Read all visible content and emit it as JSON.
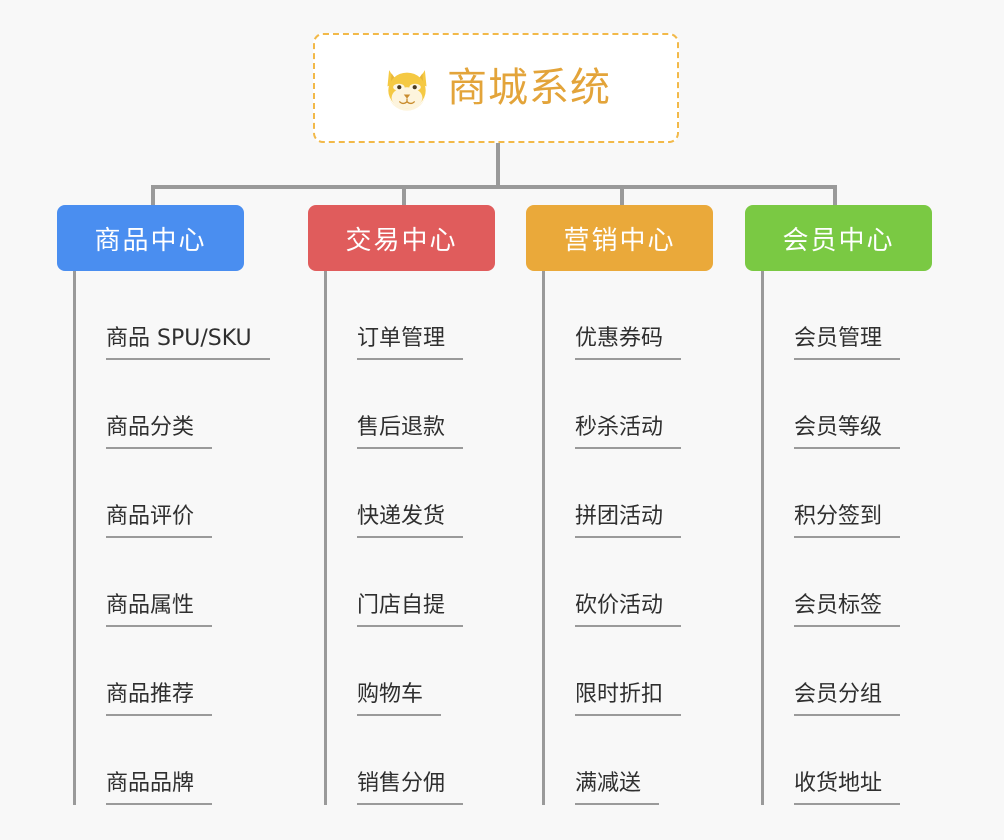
{
  "root": {
    "title": "商城系统",
    "icon": "shiba-dog-face-icon",
    "border_color": "#f2b949",
    "title_color": "#e3a43a",
    "background": "#ffffff"
  },
  "canvas": {
    "background": "#f8f8f8",
    "connector_color": "#9a9a9a"
  },
  "columns": [
    {
      "id": "product-center",
      "label": "商品中心",
      "color": "#4a8ef0",
      "items": [
        "商品 SPU/SKU",
        "商品分类",
        "商品评价",
        "商品属性",
        "商品推荐",
        "商品品牌"
      ]
    },
    {
      "id": "trade-center",
      "label": "交易中心",
      "color": "#e05c5c",
      "items": [
        "订单管理",
        "售后退款",
        "快递发货",
        "门店自提",
        "购物车",
        "销售分佣"
      ]
    },
    {
      "id": "marketing-center",
      "label": "营销中心",
      "color": "#eaa93a",
      "items": [
        "优惠券码",
        "秒杀活动",
        "拼团活动",
        "砍价活动",
        "限时折扣",
        "满减送"
      ]
    },
    {
      "id": "member-center",
      "label": "会员中心",
      "color": "#7ac943",
      "items": [
        "会员管理",
        "会员等级",
        "积分签到",
        "会员标签",
        "会员分组",
        "收货地址"
      ]
    }
  ]
}
